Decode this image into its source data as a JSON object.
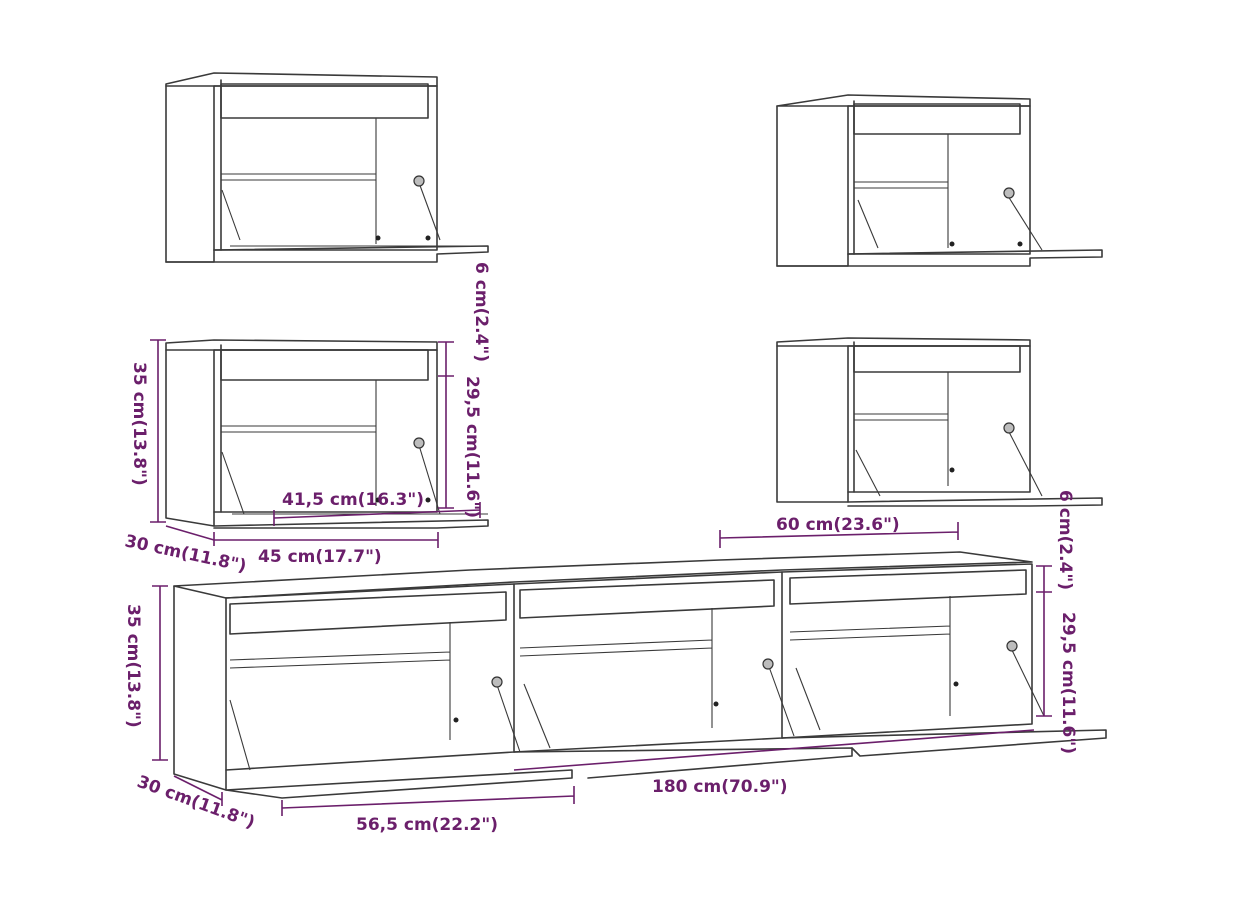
{
  "dimensions": {
    "top_gap_a": "6 cm(2.4\")",
    "top_gap_b": "6 cm(2.4\")",
    "height_small": "35 cm(13.8\")",
    "height_large": "35 cm(13.8\")",
    "inner_height_small": "29,5 cm(11.6\")",
    "inner_height_large": "29,5 cm(11.6\")",
    "inner_width_small": "41,5 cm(16.3\")",
    "width_small": "45 cm(17.7\")",
    "depth_small": "30 cm(11.8\")",
    "depth_large": "30 cm(11.8\")",
    "width_large_unit": "60 cm(23.6\")",
    "inner_width_large": "56,5 cm(22.2\")",
    "total_width": "180 cm(70.9\")"
  },
  "colors": {
    "dimension": "#6b1f6b",
    "outline": "#3a3a3a"
  }
}
